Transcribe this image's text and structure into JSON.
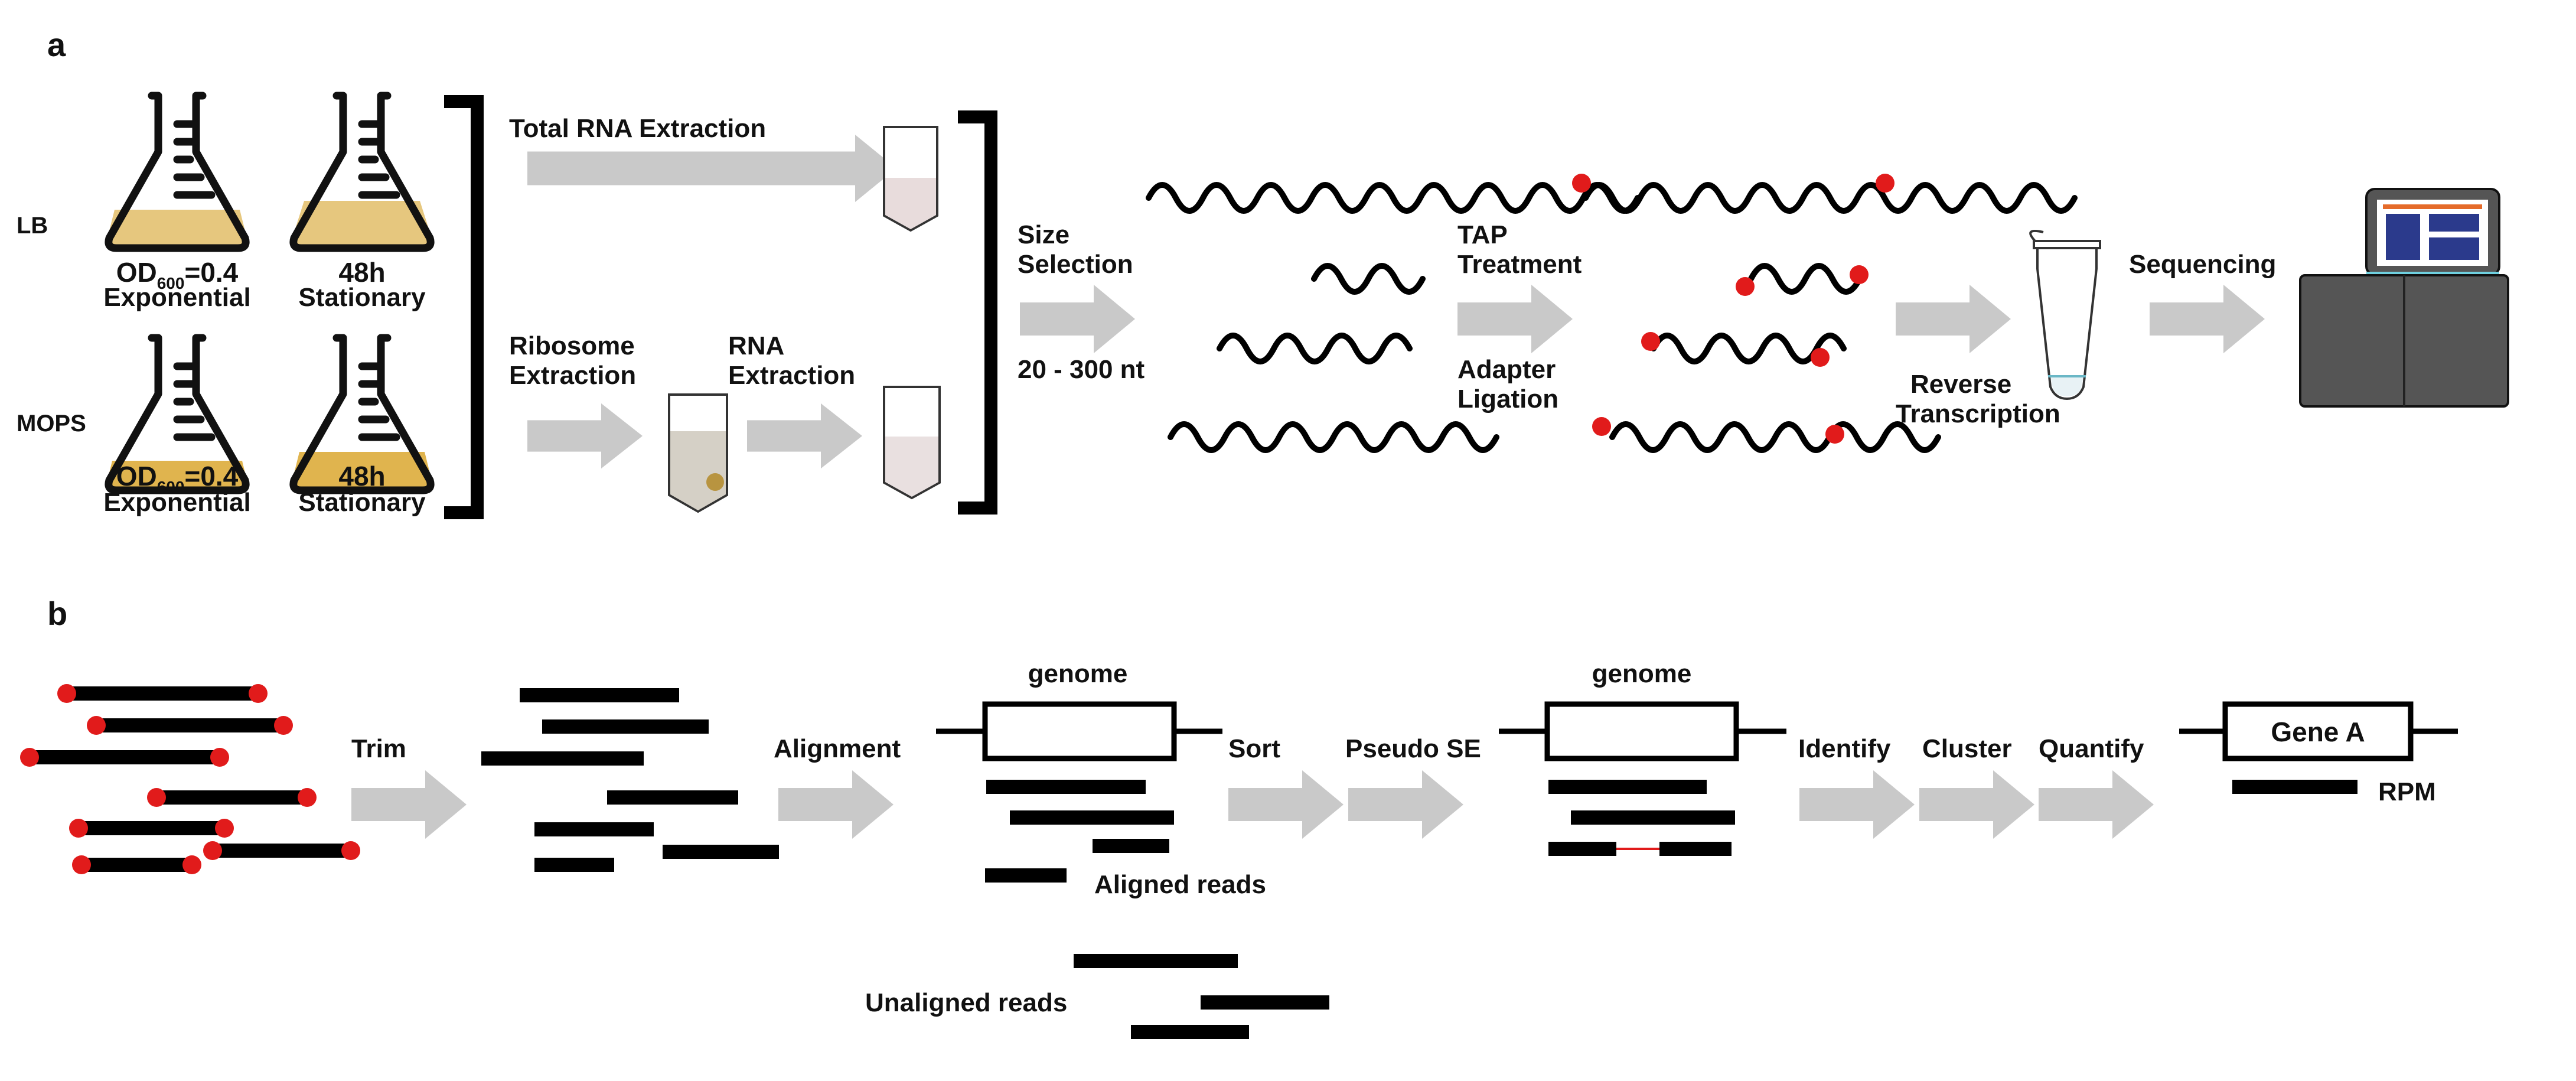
{
  "panel_a": {
    "label": "a",
    "media": [
      "LB",
      "MOPS"
    ],
    "phase_exponential": {
      "od": "OD",
      "od_sub": "600",
      "od_val": "=0.4",
      "name": "Exponential"
    },
    "phase_stationary": {
      "time": "48h",
      "name": "Stationary"
    },
    "total_rna": "Total RNA Extraction",
    "ribosome": [
      "Ribosome",
      "Extraction"
    ],
    "rna_extraction": [
      "RNA",
      "Extraction"
    ],
    "size_selection": [
      "Size",
      "Selection"
    ],
    "size_range": "20 - 300 nt",
    "tap": [
      "TAP",
      "Treatment"
    ],
    "adapter": [
      "Adapter",
      "Ligation"
    ],
    "reverse": [
      "Reverse",
      "Transcription"
    ],
    "sequencing": "Sequencing",
    "colors": {
      "lb_culture": "#e6c77e",
      "mops_culture": "#e0b44e",
      "adapter_dot": "#e11b1b",
      "arrow": "#c9c9c9"
    },
    "icons": [
      "flask-icon",
      "tube-icon",
      "pcr-tube-icon",
      "sequencer-icon"
    ]
  },
  "panel_b": {
    "label": "b",
    "trim": "Trim",
    "alignment": "Alignment",
    "genome": "genome",
    "aligned_reads": "Aligned reads",
    "unaligned_reads": "Unaligned reads",
    "sort": "Sort",
    "pseudo_se": "Pseudo SE",
    "identify": "Identify",
    "cluster": "Cluster",
    "quantify": "Quantify",
    "gene": "Gene A",
    "rpm": "RPM"
  }
}
